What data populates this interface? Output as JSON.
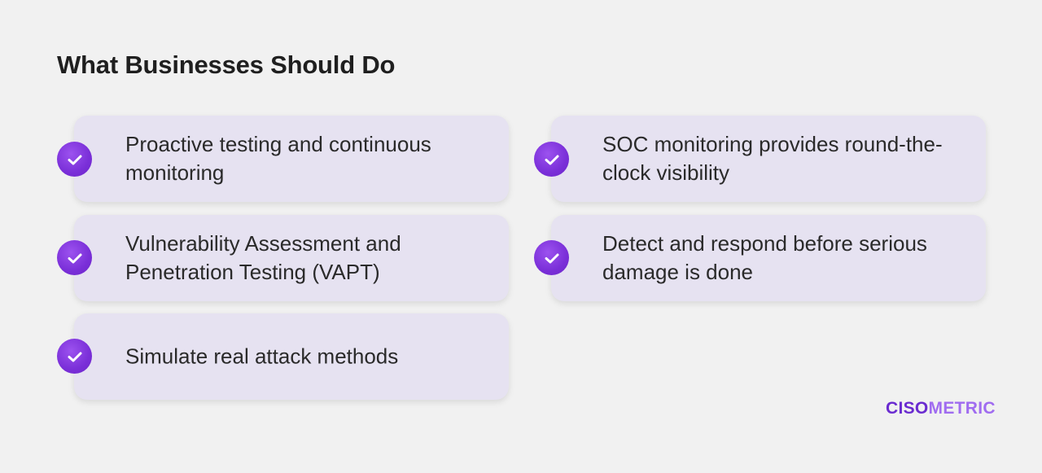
{
  "title": "What Businesses Should Do",
  "items": [
    {
      "text": "Proactive testing and continuous monitoring"
    },
    {
      "text": "SOC monitoring provides round-the-clock visibility"
    },
    {
      "text": "Vulnerability Assessment and Penetration Testing (VAPT)"
    },
    {
      "text": "Detect and respond before serious damage is done"
    },
    {
      "text": "Simulate real attack methods"
    }
  ],
  "logo": {
    "part1": "CISO",
    "part2": "METRIC"
  },
  "colors": {
    "accent": "#7a2fd8",
    "card_bg": "#e6e2f1",
    "page_bg": "#f1f1f1",
    "logo_dark": "#6a2bd0",
    "logo_light": "#a06cf0"
  },
  "icons": {
    "check": "check-circle-icon"
  }
}
